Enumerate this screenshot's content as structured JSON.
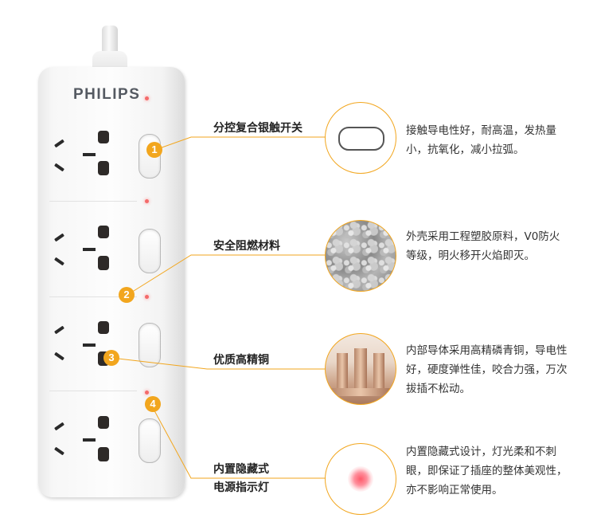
{
  "brand": "PHILIPS",
  "accent_color": "#f2a61e",
  "features": [
    {
      "number": "1",
      "label": "分控复合银触开关",
      "description": "接触导电性好，耐高温，发热量小，抗氧化，减小拉弧。",
      "image_icon": "switch-closeup-icon"
    },
    {
      "number": "2",
      "label": "安全阻燃材料",
      "description": "外壳采用工程塑胶原料，V0防火等级，明火移开火焰即灭。",
      "image_icon": "flame-retardant-material-icon"
    },
    {
      "number": "3",
      "label": "优质高精铜",
      "description": "内部导体采用高精磷青铜，导电性好，硬度弹性佳，咬合力强，万次拔插不松动。",
      "image_icon": "copper-conductor-icon"
    },
    {
      "number": "4",
      "label_line1": "内置隐藏式",
      "label_line2": "电源指示灯",
      "description": "内置隐藏式设计，灯光柔和不刺眼，即保证了插座的整体美观性，亦不影响正常使用。",
      "image_icon": "indicator-light-icon"
    }
  ]
}
